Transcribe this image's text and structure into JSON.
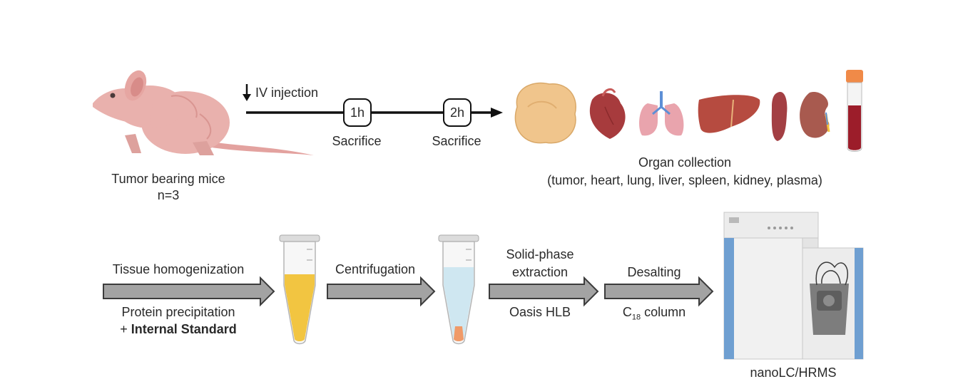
{
  "top_row": {
    "mice_label": "Tumor bearing mice",
    "mice_count": "n=3",
    "injection_label": "IV injection",
    "timepoints": [
      {
        "time": "1h",
        "action": "Sacrifice"
      },
      {
        "time": "2h",
        "action": "Sacrifice"
      }
    ],
    "organ_title": "Organ collection",
    "organ_list": "(tumor, heart, lung, liver, spleen, kidney, plasma)"
  },
  "bottom_row": {
    "step1_above": "Tissue homogenization",
    "step1_below_1": "Protein precipitation",
    "step1_below_2_prefix": "+ ",
    "step1_below_2_bold": "Internal Standard",
    "step2_above": "Centrifugation",
    "step3_above_1": "Solid-phase",
    "step3_above_2": "extraction",
    "step3_below": "Oasis HLB",
    "step4_above": "Desalting",
    "step4_below_c": "C",
    "step4_below_sub": "18",
    "step4_below_rest": " column",
    "instrument_label": "nanoLC/HRMS"
  },
  "colors": {
    "arrow_fill": "#a3a3a3",
    "arrow_stroke": "#3c3c3c",
    "mouse_skin": "#e9b1ad",
    "yellow_liquid": "#f2c541",
    "blue_liquid": "#cfe7f1",
    "pellet": "#f09a68",
    "instrument_blue": "#6f9fd1"
  },
  "icons": [
    "mouse-icon",
    "tumor-icon",
    "heart-icon",
    "lungs-icon",
    "liver-icon",
    "spleen-icon",
    "kidney-icon",
    "blood-tube-icon",
    "tube-homogenate-icon",
    "tube-centrifuged-icon",
    "mass-spectrometer-icon"
  ]
}
